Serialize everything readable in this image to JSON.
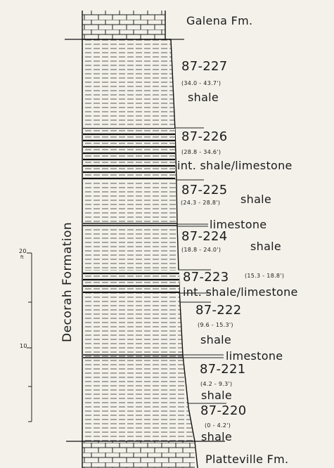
{
  "formation_top": "Galena Fm.",
  "formation_bottom": "Platteville Fm.",
  "formation_name": "Decorah Formation",
  "scale": {
    "unit": "ft",
    "ticks": [
      "20",
      "10"
    ]
  },
  "units": [
    {
      "sample": "87-227",
      "range": "(34.0 - 43.7')",
      "lithology": "shale"
    },
    {
      "sample": "87-226",
      "range": "(28.8 - 34.6')",
      "lithology": "int. shale/limestone"
    },
    {
      "sample": "87-225",
      "range": "(24.3 - 28.8')",
      "lithology": "shale"
    },
    {
      "sample": "",
      "range": "",
      "lithology": "limestone"
    },
    {
      "sample": "87-224",
      "range": "(18.8 - 24.0')",
      "lithology": "shale"
    },
    {
      "sample": "87-223",
      "range": "(15.3 - 18.8')",
      "lithology": "int. shale/limestone"
    },
    {
      "sample": "87-222",
      "range": "(9.6 - 15.3')",
      "lithology": "shale"
    },
    {
      "sample": "",
      "range": "",
      "lithology": "limestone"
    },
    {
      "sample": "87-221",
      "range": "(4.2 - 9.3')",
      "lithology": "shale"
    },
    {
      "sample": "87-220",
      "range": "(0 - 4.2')",
      "lithology": "shale"
    }
  ],
  "colors": {
    "ink": "#1b1b1b",
    "paper": "#f3f1ea"
  }
}
